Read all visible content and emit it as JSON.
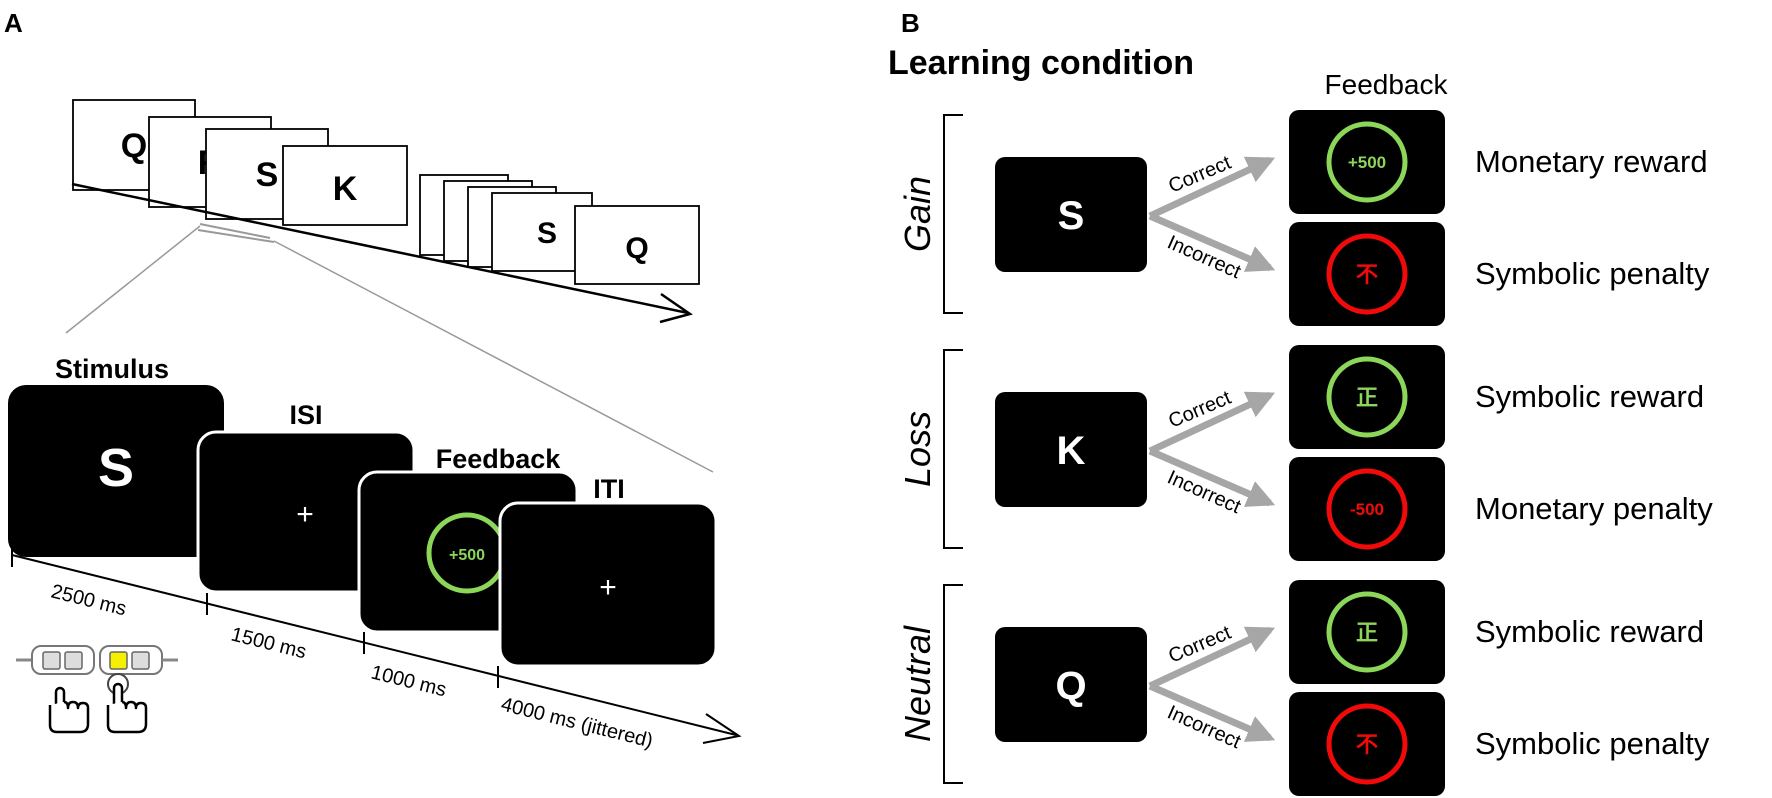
{
  "panel_a": {
    "label": "A",
    "sequence_letters_left": [
      "Q",
      "R",
      "S",
      "K"
    ],
    "sequence_letters_right": [
      "S",
      "Q"
    ],
    "trial": {
      "stimulus": {
        "title": "Stimulus",
        "content": "S",
        "duration": "2500 ms"
      },
      "isi": {
        "title": "ISI",
        "content": "+",
        "duration": "1500 ms"
      },
      "feedback": {
        "title": "Feedback",
        "content": "+500",
        "duration": "1000 ms"
      },
      "iti": {
        "title": "ITI",
        "content": "+",
        "duration": "4000 ms (jittered)"
      }
    }
  },
  "panel_b": {
    "label": "B",
    "title": "Learning condition",
    "feedback_header": "Feedback",
    "conditions": [
      {
        "name": "Gain",
        "stimulus": "S",
        "correct_label": "Correct",
        "incorrect_label": "Incorrect",
        "correct_feedback": {
          "symbol": "+500",
          "description": "Monetary reward"
        },
        "incorrect_feedback": {
          "symbol": "不",
          "description": "Symbolic penalty"
        }
      },
      {
        "name": "Loss",
        "stimulus": "K",
        "correct_label": "Correct",
        "incorrect_label": "Incorrect",
        "correct_feedback": {
          "symbol": "正",
          "description": "Symbolic reward"
        },
        "incorrect_feedback": {
          "symbol": "-500",
          "description": "Monetary penalty"
        }
      },
      {
        "name": "Neutral",
        "stimulus": "Q",
        "correct_label": "Correct",
        "incorrect_label": "Incorrect",
        "correct_feedback": {
          "symbol": "正",
          "description": "Symbolic reward"
        },
        "incorrect_feedback": {
          "symbol": "不",
          "description": "Symbolic penalty"
        }
      }
    ]
  },
  "colors": {
    "screen": "#000000",
    "reward_ring": "#8cd65a",
    "penalty_ring": "#f00a0a",
    "reward_text": "#8cd65a",
    "penalty_text": "#f00a0a",
    "arrow_gray": "#a6a6a6",
    "button_highlight": "#f5f000"
  }
}
